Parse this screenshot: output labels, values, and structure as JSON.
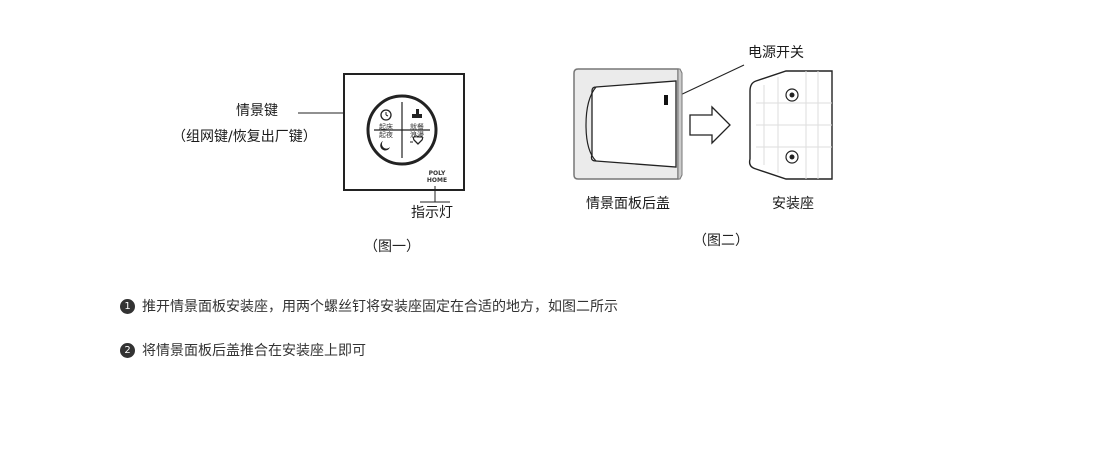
{
  "figure1": {
    "scene_key_label": "情景键",
    "scene_key_note": "（组网键/恢复出厂键）",
    "indicator_label": "指示灯",
    "caption": "（图一）",
    "buttons": {
      "top_left": "起床",
      "top_right": "就餐",
      "bottom_left": "起夜",
      "bottom_right": "浪漫"
    },
    "brand_line1": "POLY",
    "brand_line2": "HOME"
  },
  "figure2": {
    "power_switch_label": "电源开关",
    "back_cover_label": "情景面板后盖",
    "mount_base_label": "安装座",
    "caption": "（图二）"
  },
  "steps": [
    {
      "num": "1",
      "text": "推开情景面板安装座，用两个螺丝钉将安装座固定在合适的地方，如图二所示"
    },
    {
      "num": "2",
      "text": "将情景面板后盖推合在安装座上即可"
    }
  ]
}
